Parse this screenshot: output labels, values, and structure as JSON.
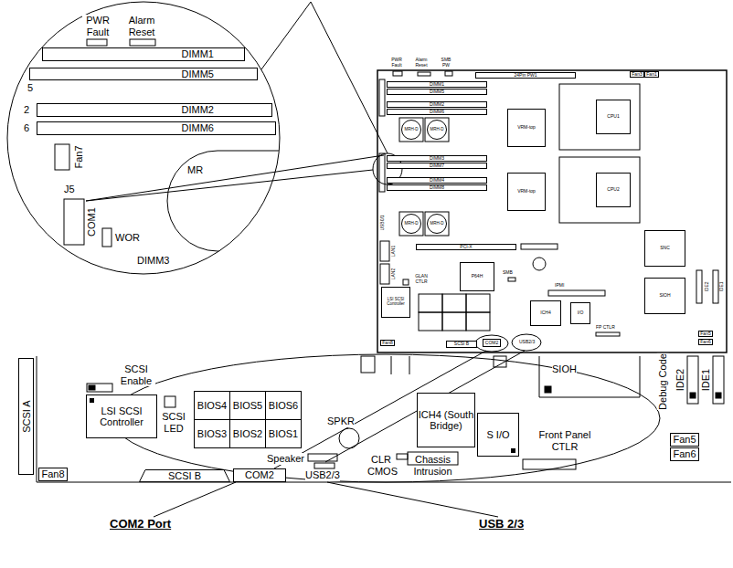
{
  "diagram": {
    "nodes": [
      {
        "text": [
          "DIMM1"
        ]
      },
      {
        "text": [
          "DIMM5"
        ]
      },
      {
        "text": [
          "DIMM2"
        ]
      },
      {
        "text": [
          "DIMM6"
        ]
      },
      {
        "text": [
          "24Pin PW1"
        ]
      },
      {
        "text": [
          "Fan3"
        ]
      },
      {
        "text": [
          "Fan1"
        ]
      },
      {
        "text": [
          "DIMM1"
        ]
      },
      {
        "text": [
          "DIMM5"
        ]
      },
      {
        "text": [
          "DIMM2"
        ]
      },
      {
        "text": [
          "DIMM6"
        ]
      },
      {
        "text": [
          "VRM-top"
        ]
      },
      {
        "text": [
          "CPU1"
        ]
      },
      {
        "text": [
          "MRH-D"
        ]
      },
      {
        "text": [
          "MRH-D"
        ]
      },
      {
        "text": [
          "DIMM3"
        ]
      },
      {
        "text": [
          "DIMM7"
        ]
      },
      {
        "text": [
          "DIMM4"
        ]
      },
      {
        "text": [
          "DIMM8"
        ]
      },
      {
        "text": [
          "VRM-top"
        ]
      },
      {
        "text": [
          "CPU2"
        ]
      },
      {
        "text": [
          "MRH-D"
        ]
      },
      {
        "text": [
          "MRH-D"
        ]
      },
      {
        "text": [
          "PCI-X"
        ]
      },
      {
        "text": [
          "SNC"
        ]
      },
      {
        "text": [
          "P64H"
        ]
      },
      {
        "text": [
          "LSI SCSI Controller"
        ]
      },
      {
        "text": [
          "SIOH"
        ]
      },
      {
        "text": [
          "ICH4"
        ]
      },
      {
        "text": [
          "I/O"
        ]
      },
      {
        "text": [
          "Fan5"
        ]
      },
      {
        "text": [
          "Fan6"
        ]
      },
      {
        "text": [
          "Fan8"
        ]
      },
      {
        "text": [
          "SCSI B"
        ]
      },
      {
        "text": [
          "COM2"
        ]
      },
      {
        "text": [
          "SCSI A"
        ]
      },
      {
        "text": [
          "LSI SCSI Controller"
        ]
      },
      {
        "text": [
          "BIOS4"
        ]
      },
      {
        "text": [
          "BIOS5"
        ]
      },
      {
        "text": [
          "BIOS6"
        ]
      },
      {
        "text": [
          "ICH4 (South Bridge)"
        ]
      },
      {
        "text": [
          "BIOS3"
        ]
      },
      {
        "text": [
          "BIOS2"
        ]
      },
      {
        "text": [
          "BIOS1"
        ]
      },
      {
        "text": [
          "S I/O"
        ]
      },
      {
        "text": [
          "Fan5"
        ]
      },
      {
        "text": [
          "Fan6"
        ]
      },
      {
        "text": [
          "Fan8"
        ]
      },
      {
        "text": [
          "SCSI B"
        ]
      },
      {
        "text": [
          "COM2"
        ]
      }
    ],
    "labels": [
      "PWR Fault",
      "Alarm Reset",
      "5",
      "2",
      "6",
      "Fan7",
      "MR",
      "J5",
      "COM1",
      "WOR",
      "DIMM3",
      "PWR Fault",
      "Alarm Reset",
      "SMB PW",
      "USB0/1",
      "LAN1",
      "LAN2",
      "GLAN CTLR",
      "SMB",
      "IPMI",
      "IDE2",
      "IDE1",
      "FP CTLR",
      "USB2/3",
      "SCSI Enable",
      "SCSI LED",
      "SPKR",
      "SIOH",
      "Debug Code",
      "IDE2",
      "IDE1",
      "Speaker",
      "CLR CMOS",
      "Chassis Intrusion",
      "Front Panel CTLR",
      "USB2/3",
      "COM2 Port",
      "USB 2/3"
    ]
  }
}
